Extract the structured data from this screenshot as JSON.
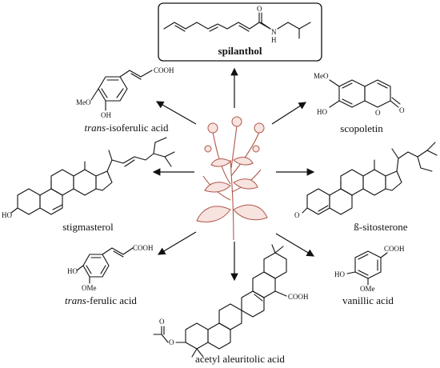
{
  "colors": {
    "plant": "#b0584a",
    "ink": "#111111"
  },
  "compounds": {
    "spilanthol": "spilanthol",
    "isoferulic_prefix": "trans",
    "isoferulic_rest": "-isoferulic acid",
    "scopoletin": "scopoletin",
    "stigmasterol": "stigmasterol",
    "sitosterone": "ß-sitosterone",
    "ferulic_prefix": "trans",
    "ferulic_rest": "-ferulic acid",
    "vanillic": "vanillic acid",
    "aleuritolic": "acetyl aleuritolic acid"
  },
  "atoms": {
    "O": "O",
    "N": "N",
    "H": "H",
    "COOH": "COOH",
    "MeO": "MeO",
    "OMe": "OMe",
    "HO": "HO",
    "OH": "OH"
  },
  "icons": [
    "plant-illustration-icon",
    "arrow-icon"
  ]
}
